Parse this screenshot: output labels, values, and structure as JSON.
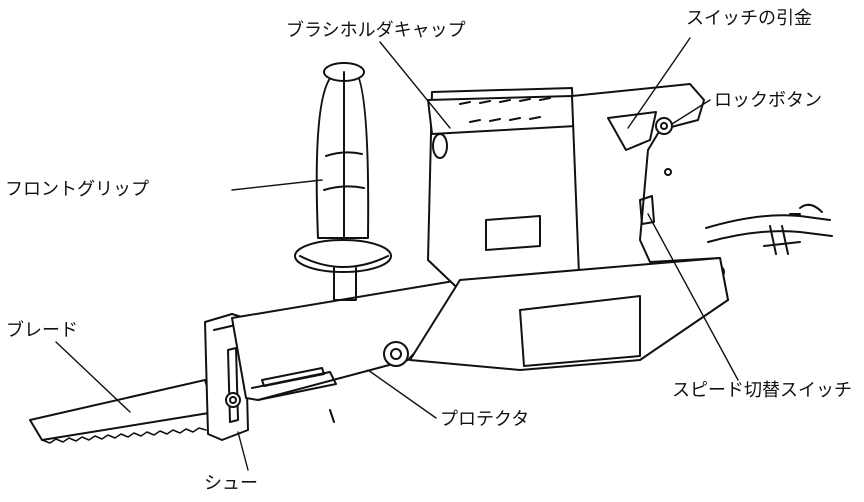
{
  "labels": {
    "brush_holder_cap": "ブラシホルダキャップ",
    "switch_trigger": "スイッチの引金",
    "lock_button": "ロックボタン",
    "front_grip": "フロントグリップ",
    "blade": "ブレード",
    "speed_switch": "スピード切替スイッチ",
    "protector": "プロテクタ",
    "shoe": "シュー"
  },
  "colors": {
    "ink": "#111111",
    "background": "#ffffff"
  }
}
